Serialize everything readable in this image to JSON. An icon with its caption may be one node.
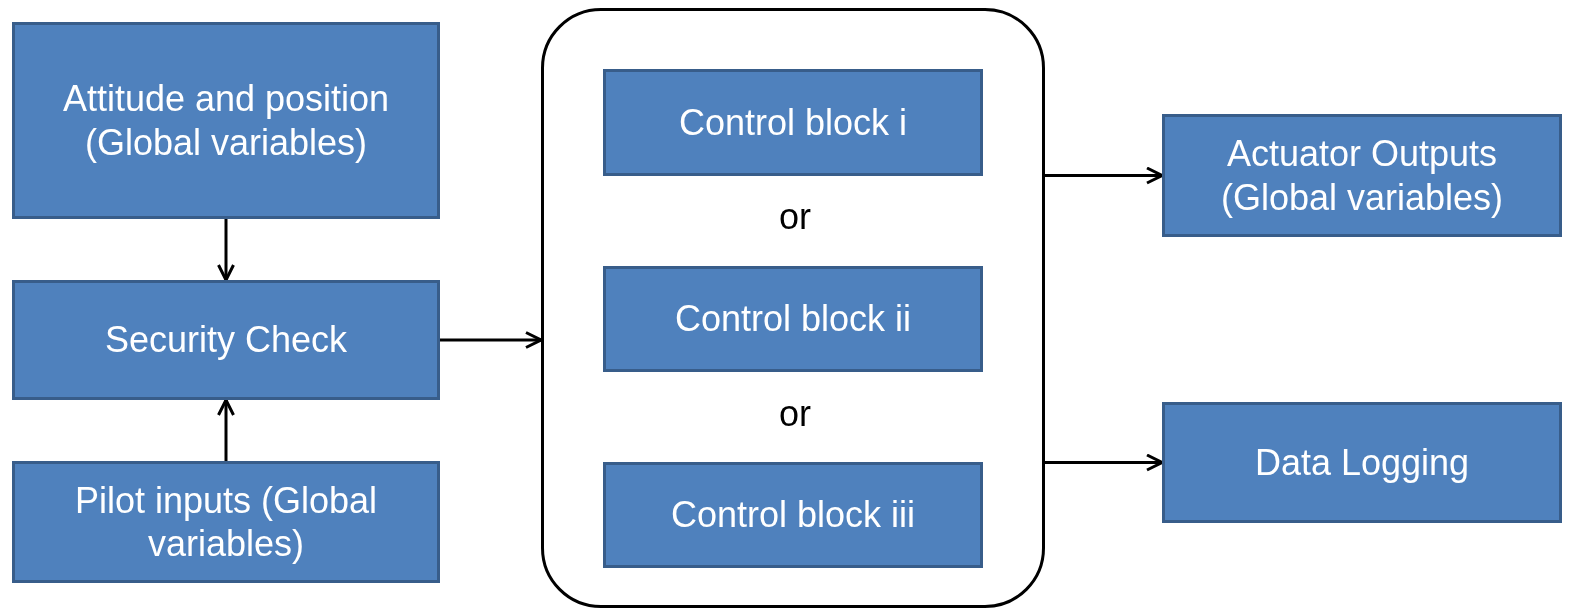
{
  "diagram": {
    "nodes": [
      {
        "text": [
          "Attitude and position (Global variables)"
        ]
      },
      {
        "text": [
          "Security Check"
        ]
      },
      {
        "text": [
          "Pilot inputs (Global variables)"
        ]
      },
      {
        "text": [],
        "shape": "box"
      },
      {
        "text": [
          "Control block i"
        ],
        "in": 3
      },
      {
        "text": [
          "Control block ii"
        ],
        "in": 3
      },
      {
        "text": [
          "Control block iii"
        ],
        "in": 3
      },
      {
        "text": [
          "Actuator Outputs (Global variables)"
        ]
      },
      {
        "text": [
          "Data Logging"
        ]
      }
    ],
    "edges": [
      {
        "from": 0,
        "to": 1,
        "arrow": "to"
      },
      {
        "from": 2,
        "to": 1,
        "arrow": "to"
      },
      {
        "from": 1,
        "to": 3,
        "arrow": "to"
      },
      {
        "from": 3,
        "to": 7,
        "arrow": "to"
      },
      {
        "from": 3,
        "to": 8,
        "arrow": "to"
      }
    ],
    "labels": [
      "or",
      "or"
    ]
  }
}
